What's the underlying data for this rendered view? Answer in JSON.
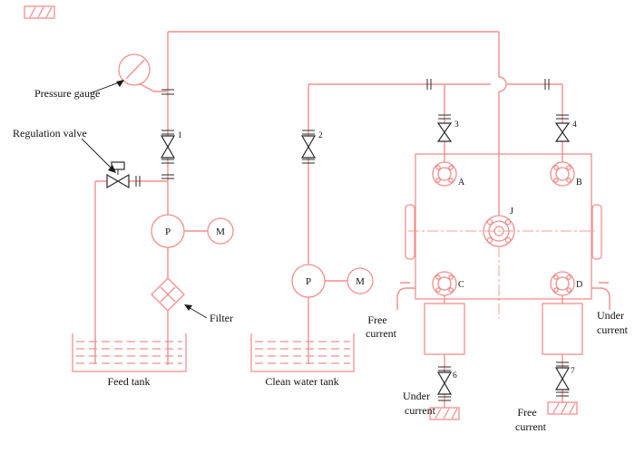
{
  "diagram": {
    "callouts": {
      "pressure_gauge": "Pressure gauge",
      "regulation_valve": "Regulation valve",
      "filter": "Filter"
    },
    "tanks": {
      "feed": "Feed tank",
      "clean": "Clean water tank"
    },
    "streams": {
      "free_mid": {
        "l1": "Free",
        "l2": "current"
      },
      "under_right": {
        "l1": "Under",
        "l2": "current"
      },
      "under_bottom_left": {
        "l1": "Under",
        "l2": "current"
      },
      "free_bottom_right": {
        "l1": "Free",
        "l2": "current"
      }
    },
    "valves": {
      "v1": "1",
      "v2": "2",
      "v3": "3",
      "v4": "4",
      "v6": "6",
      "v7": "7"
    },
    "ports": {
      "a": "A",
      "b": "B",
      "c": "C",
      "d": "D",
      "j": "J"
    },
    "pumps": {
      "pump": "P",
      "motor": "M"
    },
    "colors": {
      "pipe": "#f0908e",
      "symbol": "#2b2b2b",
      "text": "#111111"
    }
  }
}
